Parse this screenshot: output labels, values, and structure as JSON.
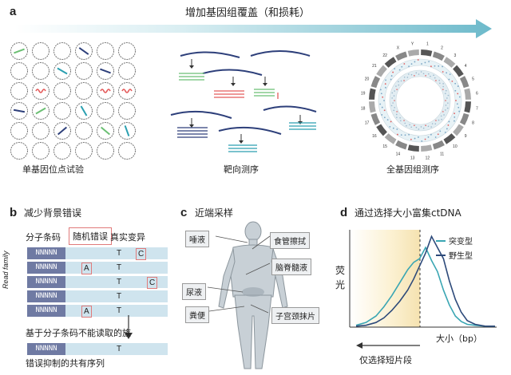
{
  "panel_a": {
    "letter": "a",
    "arrow_label": "增加基因组覆盖（和损耗）",
    "captions": [
      "单基因位点试验",
      "靶向测序",
      "全基因组测序"
    ],
    "chromosome_labels": [
      "1",
      "2",
      "3",
      "4",
      "5",
      "6",
      "7",
      "8",
      "9",
      "10",
      "11",
      "12",
      "13",
      "14",
      "15",
      "16",
      "17",
      "18",
      "19",
      "20",
      "21",
      "22",
      "X",
      "Y"
    ]
  },
  "panel_b": {
    "letter": "b",
    "title": "减少背景错误",
    "header_barcode": "分子条码",
    "header_random_error": "随机错误",
    "header_true_variant": "真实变异",
    "read_family_label": "Read family",
    "barcode": "NNNNN",
    "rows": [
      {
        "error": "",
        "variant": "T",
        "extra": "C"
      },
      {
        "error": "A",
        "variant": "T",
        "extra": ""
      },
      {
        "error": "",
        "variant": "T",
        "extra": "C"
      },
      {
        "error": "",
        "variant": "T",
        "extra": ""
      },
      {
        "error": "A",
        "variant": "T",
        "extra": ""
      }
    ],
    "family_note": "基于分子条码不能读取的族",
    "consensus_variant": "T",
    "consensus_label": "错误抑制的共有序列"
  },
  "panel_c": {
    "letter": "c",
    "title": "近端采样",
    "labels": {
      "saliva": "唾液",
      "esophagus": "食管擦拭",
      "csf": "脑脊髓液",
      "urine": "尿液",
      "stool": "粪便",
      "cervical": "子宫颈抹片"
    }
  },
  "panel_d": {
    "letter": "d",
    "title": "通过选择大小富集ctDNA",
    "ylabel": "荧光",
    "xlabel": "大小（bp）",
    "select_label": "仅选择短片段",
    "legend": [
      {
        "name": "突变型",
        "color": "#3aa6b3"
      },
      {
        "name": "野生型",
        "color": "#2d4a7a"
      }
    ]
  },
  "chart_data": {
    "type": "line",
    "title": "通过选择大小富集ctDNA",
    "xlabel": "大小（bp）",
    "ylabel": "荧光",
    "series": [
      {
        "name": "突变型",
        "x": [
          0,
          5,
          10,
          14,
          18,
          22,
          26,
          29,
          32,
          35,
          38,
          41,
          44,
          47,
          50,
          53,
          56,
          60,
          65,
          70
        ],
        "y": [
          0.02,
          0.05,
          0.12,
          0.22,
          0.34,
          0.48,
          0.62,
          0.7,
          0.74,
          0.86,
          0.72,
          0.6,
          0.4,
          0.24,
          0.12,
          0.06,
          0.03,
          0.02,
          0.01,
          0.01
        ]
      },
      {
        "name": "野生型",
        "x": [
          0,
          5,
          10,
          14,
          18,
          22,
          26,
          29,
          32,
          35,
          38,
          41,
          44,
          47,
          50,
          53,
          56,
          60,
          65,
          70
        ],
        "y": [
          0.01,
          0.02,
          0.05,
          0.1,
          0.18,
          0.28,
          0.4,
          0.52,
          0.66,
          0.8,
          0.98,
          0.86,
          0.74,
          0.5,
          0.3,
          0.16,
          0.07,
          0.03,
          0.01,
          0.01
        ]
      }
    ],
    "grid": false
  },
  "colors": {
    "arrow": "#7fc2cf",
    "navy": "#2d3f7a",
    "teal": "#2a9fb0",
    "green": "#6bbf73",
    "red": "#e45b5b",
    "read_bar": "#cfe4ee",
    "barcode": "#6f7aa3"
  }
}
